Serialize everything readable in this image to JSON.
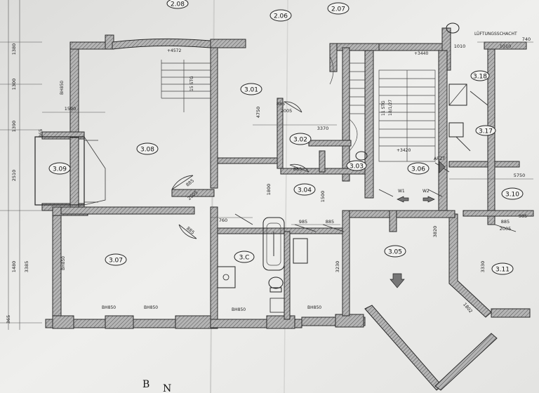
{
  "rooms": [
    {
      "id": "r1",
      "label": "3.08"
    },
    {
      "id": "r2",
      "label": "3.09"
    },
    {
      "id": "r3",
      "label": "3.07"
    },
    {
      "id": "r4",
      "label": "3.01"
    },
    {
      "id": "r5",
      "label": "3.02"
    },
    {
      "id": "r6",
      "label": "3.03"
    },
    {
      "id": "r7",
      "label": "3.04"
    },
    {
      "id": "r8",
      "label": "3.C"
    },
    {
      "id": "r9",
      "label": "3.05"
    },
    {
      "id": "r10",
      "label": "3.06"
    },
    {
      "id": "r11",
      "label": "3.10"
    },
    {
      "id": "r12",
      "label": "3.11"
    },
    {
      "id": "r13",
      "label": "3.17"
    },
    {
      "id": "r14",
      "label": "3.18"
    },
    {
      "id": "r15",
      "label": "2.08"
    },
    {
      "id": "r16",
      "label": "2.06"
    },
    {
      "id": "r17",
      "label": "2.07"
    }
  ],
  "annotations": {
    "level_main": "+3420",
    "level_left": "+4572",
    "level_top": "+3440",
    "duct": "LÜFTUNGSSCHACHT",
    "arzt": "ARZT",
    "w1": "W1",
    "w2": "W2",
    "stair_main": "11 STG",
    "stair_main2": "18/1/27",
    "stair_left": "15 STG",
    "bh_1": "BH850",
    "bh_2": "BH850",
    "bh_3": "BH850",
    "bh_4": "BH850",
    "bh_5": "BH850",
    "bh_6": "BH850",
    "bottom_letter_1": "B",
    "bottom_letter_2": "N"
  },
  "dimensions": {
    "d_1380": "1380",
    "d_1300": "1300",
    "d_1390": "1390",
    "d_2510": "2510",
    "d_1480": "1480",
    "d_3385": "3385",
    "d_3370": "3370",
    "d_1800": "1800",
    "d_3230": "3230",
    "d_3330": "3330",
    "d_5750": "5750",
    "d_885a": "885",
    "d_885b": "885",
    "d_885c": "885",
    "d_885d": "885",
    "d_885e": "885",
    "d_885f": "885",
    "d_985a": "985",
    "d_985b": "985",
    "d_2005a": "2005",
    "d_2005b": "2005",
    "d_2005c": "2005",
    "d_760": "760",
    "d_1010a": "1010",
    "d_1010b": "1010",
    "d_740": "740",
    "d_1500": "1500",
    "d_365a": "365",
    "d_365b": "365",
    "d_1802": "1802",
    "d_4750": "4750",
    "d_3820": "3820",
    "d_1590": "1590"
  }
}
